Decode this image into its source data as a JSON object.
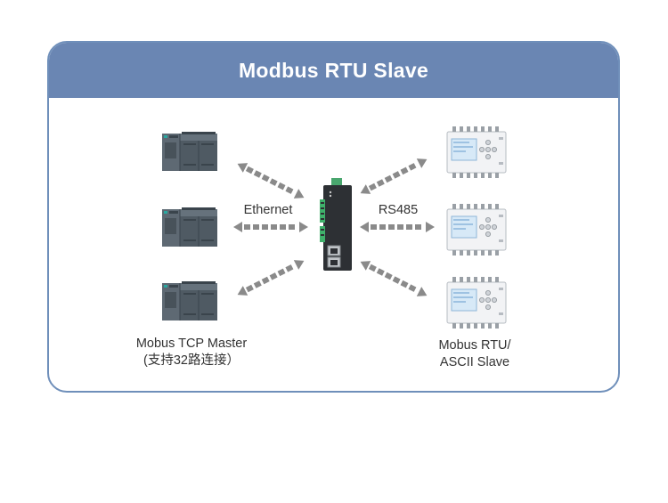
{
  "diagram": {
    "title": "Modbus RTU Slave",
    "link_left_label": "Ethernet",
    "link_right_label": "RS485",
    "left_caption_line1": "Mobus TCP Master",
    "left_caption_line2": "(支持32路连接）",
    "right_caption_line1": "Mobus RTU/",
    "right_caption_line2": "ASCII Slave"
  },
  "icons": {
    "plc": "plc-master-icon",
    "gateway": "gateway-device-icon",
    "slave": "rtu-slave-device-icon",
    "arrow": "dashed-double-arrow-icon"
  },
  "colors": {
    "header": "#6a86b3",
    "border": "#6f8fba",
    "arrow": "#8a8a8a",
    "plc_body": "#4f5a63",
    "plc_accent": "#2aa8a0",
    "gateway_body": "#2d3034",
    "terminal": "#3fb06b"
  }
}
